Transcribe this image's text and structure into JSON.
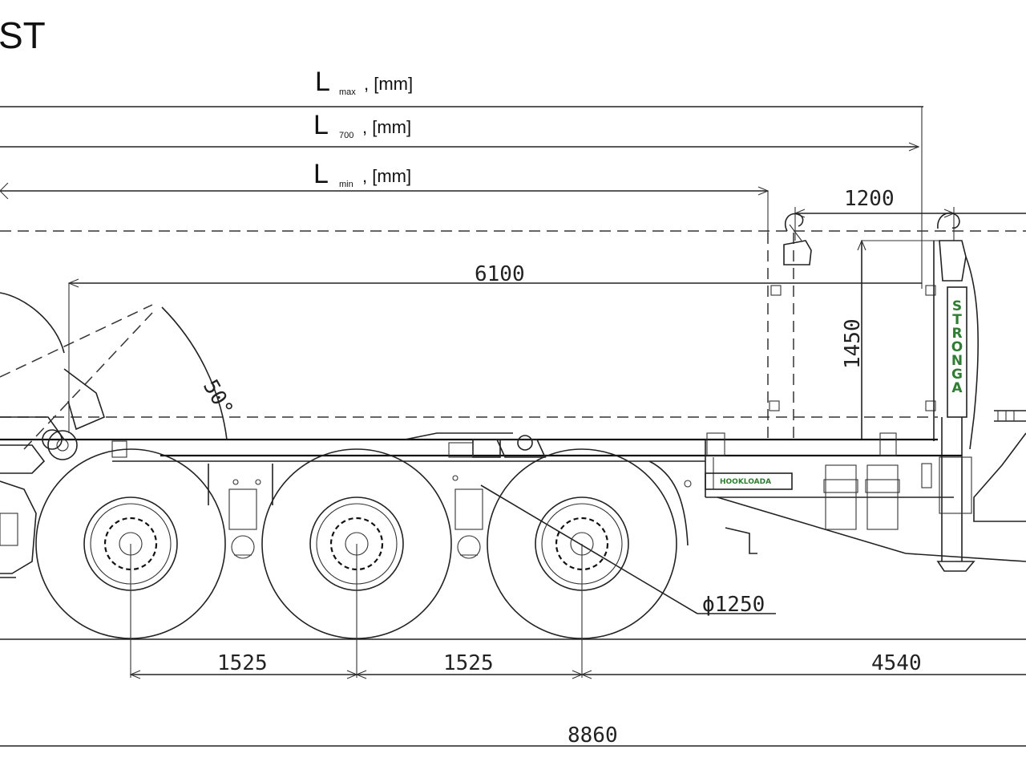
{
  "title": "ST",
  "length_labels": {
    "l_max": {
      "main": "L",
      "sub": "max",
      "unit": ", [mm]"
    },
    "l_700": {
      "main": "L",
      "sub": "700",
      "unit": ", [mm]"
    },
    "l_min": {
      "main": "L",
      "sub": "min",
      "unit": ", [mm]"
    }
  },
  "dimensions": {
    "body_length": "6100",
    "hook_offset": "1200",
    "hook_height": "1450",
    "tilt_angle": "50°",
    "wheel_diameter": "ϕ1250",
    "axle_spacing_1": "1525",
    "axle_spacing_2": "1525",
    "rear_to_drawbar": "4540",
    "overall_length": "8860"
  },
  "branding": {
    "mast_text": "STRONGA",
    "plate_text": "HOOKLOADA"
  },
  "colors": {
    "line": "#222222",
    "brand_green": "#2e7d32"
  }
}
